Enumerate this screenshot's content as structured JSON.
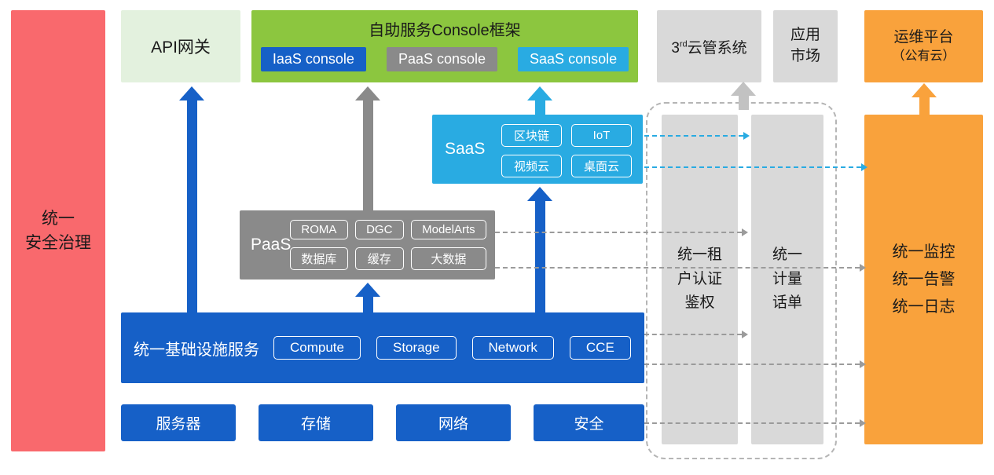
{
  "colors": {
    "red": "#F9696D",
    "light_green": "#E3F1DE",
    "green": "#8CC63F",
    "blue": "#1660C7",
    "gray": "#8A8A8A",
    "cyan": "#29ABE2",
    "light_gray": "#D9D9D9",
    "orange": "#F9A23C"
  },
  "security_bar": {
    "label": "统一\n安全治理"
  },
  "api_gateway": {
    "label": "API网关"
  },
  "console_frame": {
    "title": "自助服务Console框架",
    "iaas_button": "IaaS console",
    "paas_button": "PaaS console",
    "saas_button": "SaaS console"
  },
  "third_cloud": {
    "prefix": "3",
    "sup": "rd",
    "rest": "云管系统"
  },
  "app_market": {
    "label": "应用\n市场"
  },
  "ops_platform": {
    "line1": "运维平台",
    "line2": "（公有云）"
  },
  "saas": {
    "label": "SaaS",
    "chips": [
      "区块链",
      "IoT",
      "视频云",
      "桌面云"
    ]
  },
  "paas": {
    "label": "PaaS",
    "chips": [
      "ROMA",
      "DGC",
      "ModelArts",
      "数据库",
      "缓存",
      "大数据"
    ]
  },
  "infra": {
    "label": "统一基础设施服务",
    "chips": [
      "Compute",
      "Storage",
      "Network",
      "CCE"
    ]
  },
  "resources": [
    "服务器",
    "存储",
    "网络",
    "安全"
  ],
  "auth_bar": {
    "label": "统一租\n户认证\n鉴权"
  },
  "billing_bar": {
    "label": "统一\n计量\n话单"
  },
  "monitor_bar": {
    "label": "统一监控\n统一告警\n统一日志"
  }
}
